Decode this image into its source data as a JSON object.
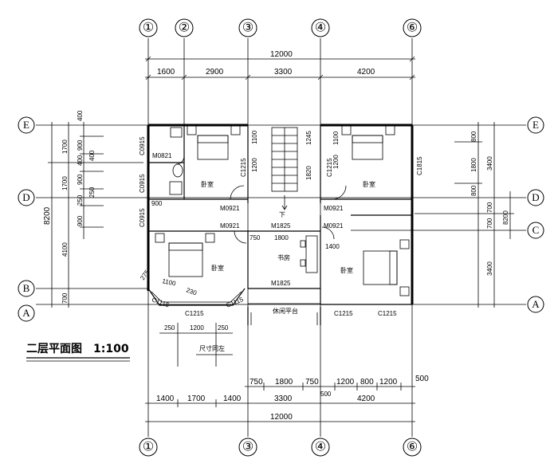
{
  "title": "二层平面图",
  "scale": "1:100",
  "axes_top": [
    "①",
    "②",
    "③",
    "④",
    "⑥"
  ],
  "axes_bottom": [
    "①",
    "③",
    "④",
    "⑥"
  ],
  "axes_side": [
    "E",
    "D",
    "C",
    "B",
    "A"
  ],
  "dims_top": {
    "total": "12000",
    "parts": [
      "1600",
      "2900",
      "3300",
      "4200"
    ]
  },
  "dims_bottom": {
    "row1": [
      "750",
      "1800",
      "750",
      "1200",
      "800",
      "1200",
      "500"
    ],
    "row2": [
      "1400",
      "1700",
      "1400",
      "3300",
      "4200"
    ],
    "row3_total": "12000",
    "extra_500": "500"
  },
  "dims_left": {
    "total": "8200",
    "parts": [
      "1700",
      "1700",
      "4100",
      "700"
    ],
    "small": [
      "400",
      "900",
      "400",
      "900",
      "400",
      "250",
      "900",
      "250"
    ]
  },
  "dims_right": {
    "total": "8200",
    "parts": [
      "3400",
      "700",
      "700",
      "3400"
    ],
    "small": [
      "800",
      "1800",
      "800"
    ]
  },
  "rooms": {
    "bed1": "卧室",
    "bed2": "卧室",
    "bed3": "卧室",
    "bed4": "卧室",
    "study": "书房",
    "terrace": "休闲平台",
    "note": "尺寸同左"
  },
  "doors_windows": {
    "c0915a": "C0915",
    "c0915b": "C0915",
    "c0915c": "C0915",
    "m0821": "M0821",
    "c1215_v1": "C1215",
    "c1215_v2": "C1215",
    "c1815": "C1815",
    "m0921a": "M0921",
    "m0921b": "M0921",
    "m0921c": "M0921",
    "m0921d": "M0921",
    "m1825a": "M1825",
    "m1825b": "M1825",
    "c1115a": "C1115",
    "c1115b": "C1115",
    "c1215_b1": "C1215",
    "c1215_b2": "C1215",
    "c1215_b3": "C1215"
  },
  "inner_dims": {
    "d1100a": "1100",
    "d1200a": "1200",
    "d1245": "1245",
    "d1820": "1820",
    "d1100b": "1100",
    "d1200b": "1200",
    "d900": "900",
    "d750": "750",
    "d1800": "1800",
    "d1400": "1400",
    "d275": "275",
    "d1100c": "1100",
    "d230": "230",
    "d250a": "250",
    "d1200c": "1200",
    "d250b": "250",
    "down": "下"
  }
}
